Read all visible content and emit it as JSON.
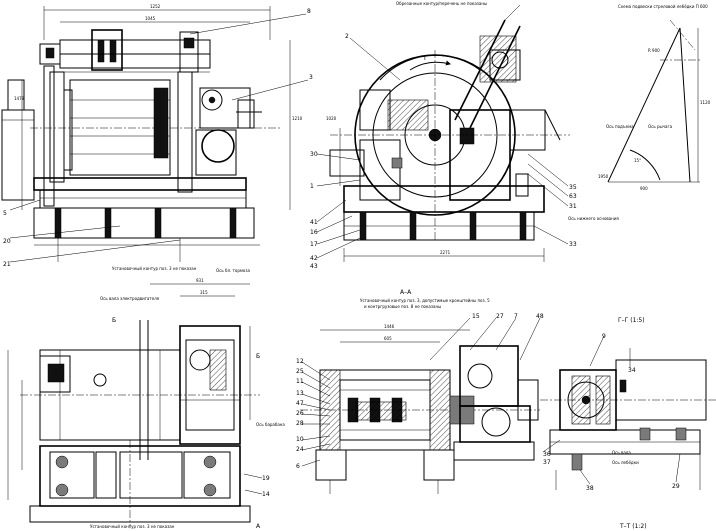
{
  "captions": {
    "view_main": "Установочный контур поз. 3 не показан",
    "view_side": "Обрезанные контур/перечень не показаны",
    "view_plan": "Установочный контур поз. 3 не показан",
    "section_aa_title": "А–А",
    "section_aa_note1": "Установочный контур поз. 3, допустимые кронштейны поз. 5",
    "section_aa_note2": "и контргрузовые поз. 8 не показаны",
    "section_gg": "Г–Г (1:5)",
    "section_tt": "Т–Т (1:2)",
    "scheme": "Схема подвески стреловой лебёдки П 600",
    "axis_brake": "Ось барабана",
    "axis_motor": "Ось вала электродвигателя",
    "axis_arm": "Ось рычага",
    "axis_lower": "Ось нижнего основания",
    "axis_ref": "Ось подъема",
    "axis_shaft": "Ось вала",
    "axis_winch": "Ось лебёдки",
    "axis_drum_short": "Ось барабана",
    "brake_label": "Ось бл. тормоза"
  },
  "view_letters": {
    "b": "Б",
    "g": "Г",
    "a": "А",
    "t": "Т"
  },
  "callouts": {
    "c8": "8",
    "c3": "3",
    "c5": "5",
    "c20": "20",
    "c21": "21",
    "c2": "2",
    "c30": "30",
    "c1": "1",
    "c41": "41",
    "c16": "16",
    "c17": "17",
    "c42": "42",
    "c43": "43",
    "c35": "35",
    "c63": "63",
    "c31": "31",
    "c33": "33",
    "c15": "15",
    "c27": "27",
    "c7": "7",
    "c48": "48",
    "c12": "12",
    "c25": "25",
    "c11": "11",
    "c13": "13",
    "c47": "47",
    "c26": "26",
    "c28": "28",
    "c10": "10",
    "c24": "24",
    "c6": "6",
    "c9": "9",
    "c34": "34",
    "c36": "36",
    "c37": "37",
    "c38": "38",
    "c29": "29",
    "c19": "19",
    "c14": "14"
  },
  "dims": {
    "top_overall": "1252",
    "top_sub": "1045",
    "right_h": "1210",
    "left_h": "1478",
    "side_overall": "2271",
    "side_sub": "1020",
    "plan_top": "931",
    "plan_sub": "315",
    "aa_overall": "1446",
    "aa_sub": "605",
    "scheme_h": "1120",
    "scheme_w": "900",
    "scheme_base": "1950",
    "scheme_r": "R 900",
    "scheme_angle": "15°"
  },
  "colors": {
    "line": "#000000",
    "paper": "#ffffff",
    "fill_dark": "#111111",
    "fill_grey": "#7a7a7a"
  }
}
